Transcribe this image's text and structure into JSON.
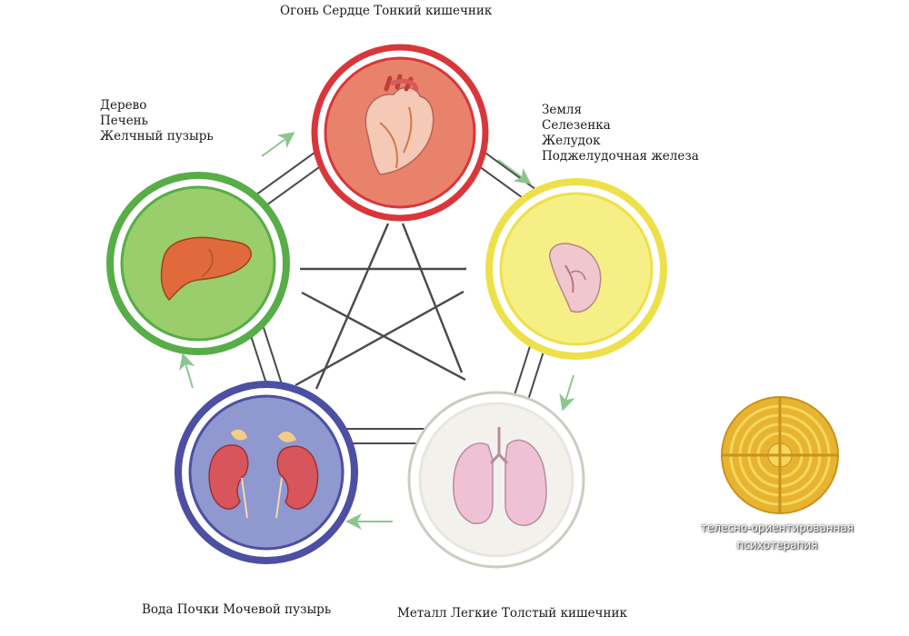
{
  "elements": {
    "fire": {
      "lines": [
        "Огонь Сердце Тонкий кишечник"
      ],
      "color": "#e8826a",
      "ring": "#d9363b",
      "organ": "heart-icon"
    },
    "earth": {
      "lines": [
        "Земля",
        "Селезенка",
        "Желудок",
        "Поджелудочная железа"
      ],
      "color": "#f6ef86",
      "ring": "#eee04a",
      "organ": "spleen-icon"
    },
    "metal": {
      "lines": [
        "Металл Легкие Толстый кишечник"
      ],
      "color": "#f3f1ec",
      "ring": "#e9e6de",
      "organ": "lungs-icon"
    },
    "water": {
      "lines": [
        "Вода Почки Мочевой пузырь"
      ],
      "color": "#8f98cf",
      "ring": "#4c4fa2",
      "organ": "kidneys-icon"
    },
    "wood": {
      "lines": [
        "Дерево",
        "Печень",
        "Желчный пузырь"
      ],
      "color": "#9acd6c",
      "ring": "#57ad47",
      "organ": "liver-icon"
    }
  },
  "logo": {
    "lines": [
      "телесно-ориентированная",
      "психотерапия"
    ],
    "color": "#e6b430",
    "icon": "labyrinth-icon"
  }
}
